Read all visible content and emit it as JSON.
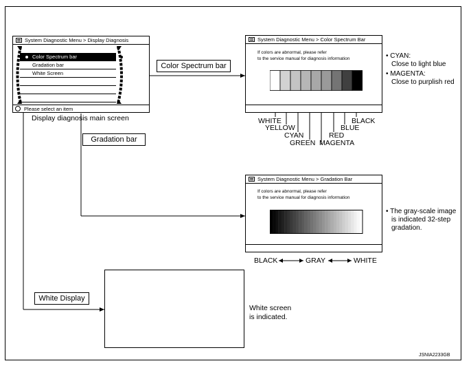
{
  "main_screen": {
    "title": "System Diagnostic Menu > Display Diagnosis",
    "items": [
      {
        "label": "Color Spectrum bar"
      },
      {
        "label": "Gradation bar"
      },
      {
        "label": "White Screen"
      }
    ],
    "footer": "Please select an item",
    "caption": "Display diagnosis main screen"
  },
  "color_screen": {
    "title": "System Diagnostic Menu > Color Spectrum Bar",
    "msg_line1": "If colors are abnormal, please refer",
    "msg_line2": "to the service manual for diagnosis information",
    "swatches": [
      "#ffffff",
      "#d2d2d2",
      "#c4c4c4",
      "#b6b6b6",
      "#a8a8a8",
      "#9a9a9a",
      "#747474",
      "#404040",
      "#000000"
    ],
    "colors": [
      "WHITE",
      "YELLOW",
      "CYAN",
      "GREEN",
      "MAGENTA",
      "RED",
      "BLUE",
      "BLACK"
    ]
  },
  "color_notes": {
    "cyan_label": "CYAN:",
    "cyan_desc": "Close to light blue",
    "magenta_label": "MAGENTA:",
    "magenta_desc": "Close to purplish red"
  },
  "gradation_screen": {
    "title": "System Diagnostic Menu > Gradation Bar",
    "msg_line1": "If colors are abnormal, please refer",
    "msg_line2": "to the service manual for diagnosis information",
    "steps": 32
  },
  "gradation_scale": {
    "black": "BLACK",
    "gray": "GRAY",
    "white": "WHITE"
  },
  "gradation_notes": {
    "line1": "The gray-scale image",
    "line2": "is indicated 32-step",
    "line3": "gradation."
  },
  "labels": {
    "color_bar": "Color Spectrum bar",
    "gradation_bar": "Gradation bar",
    "white_display": "White Display"
  },
  "white_note": {
    "line1": "White screen",
    "line2": "is indicated."
  },
  "figure_id": "JSNIA2233GB"
}
